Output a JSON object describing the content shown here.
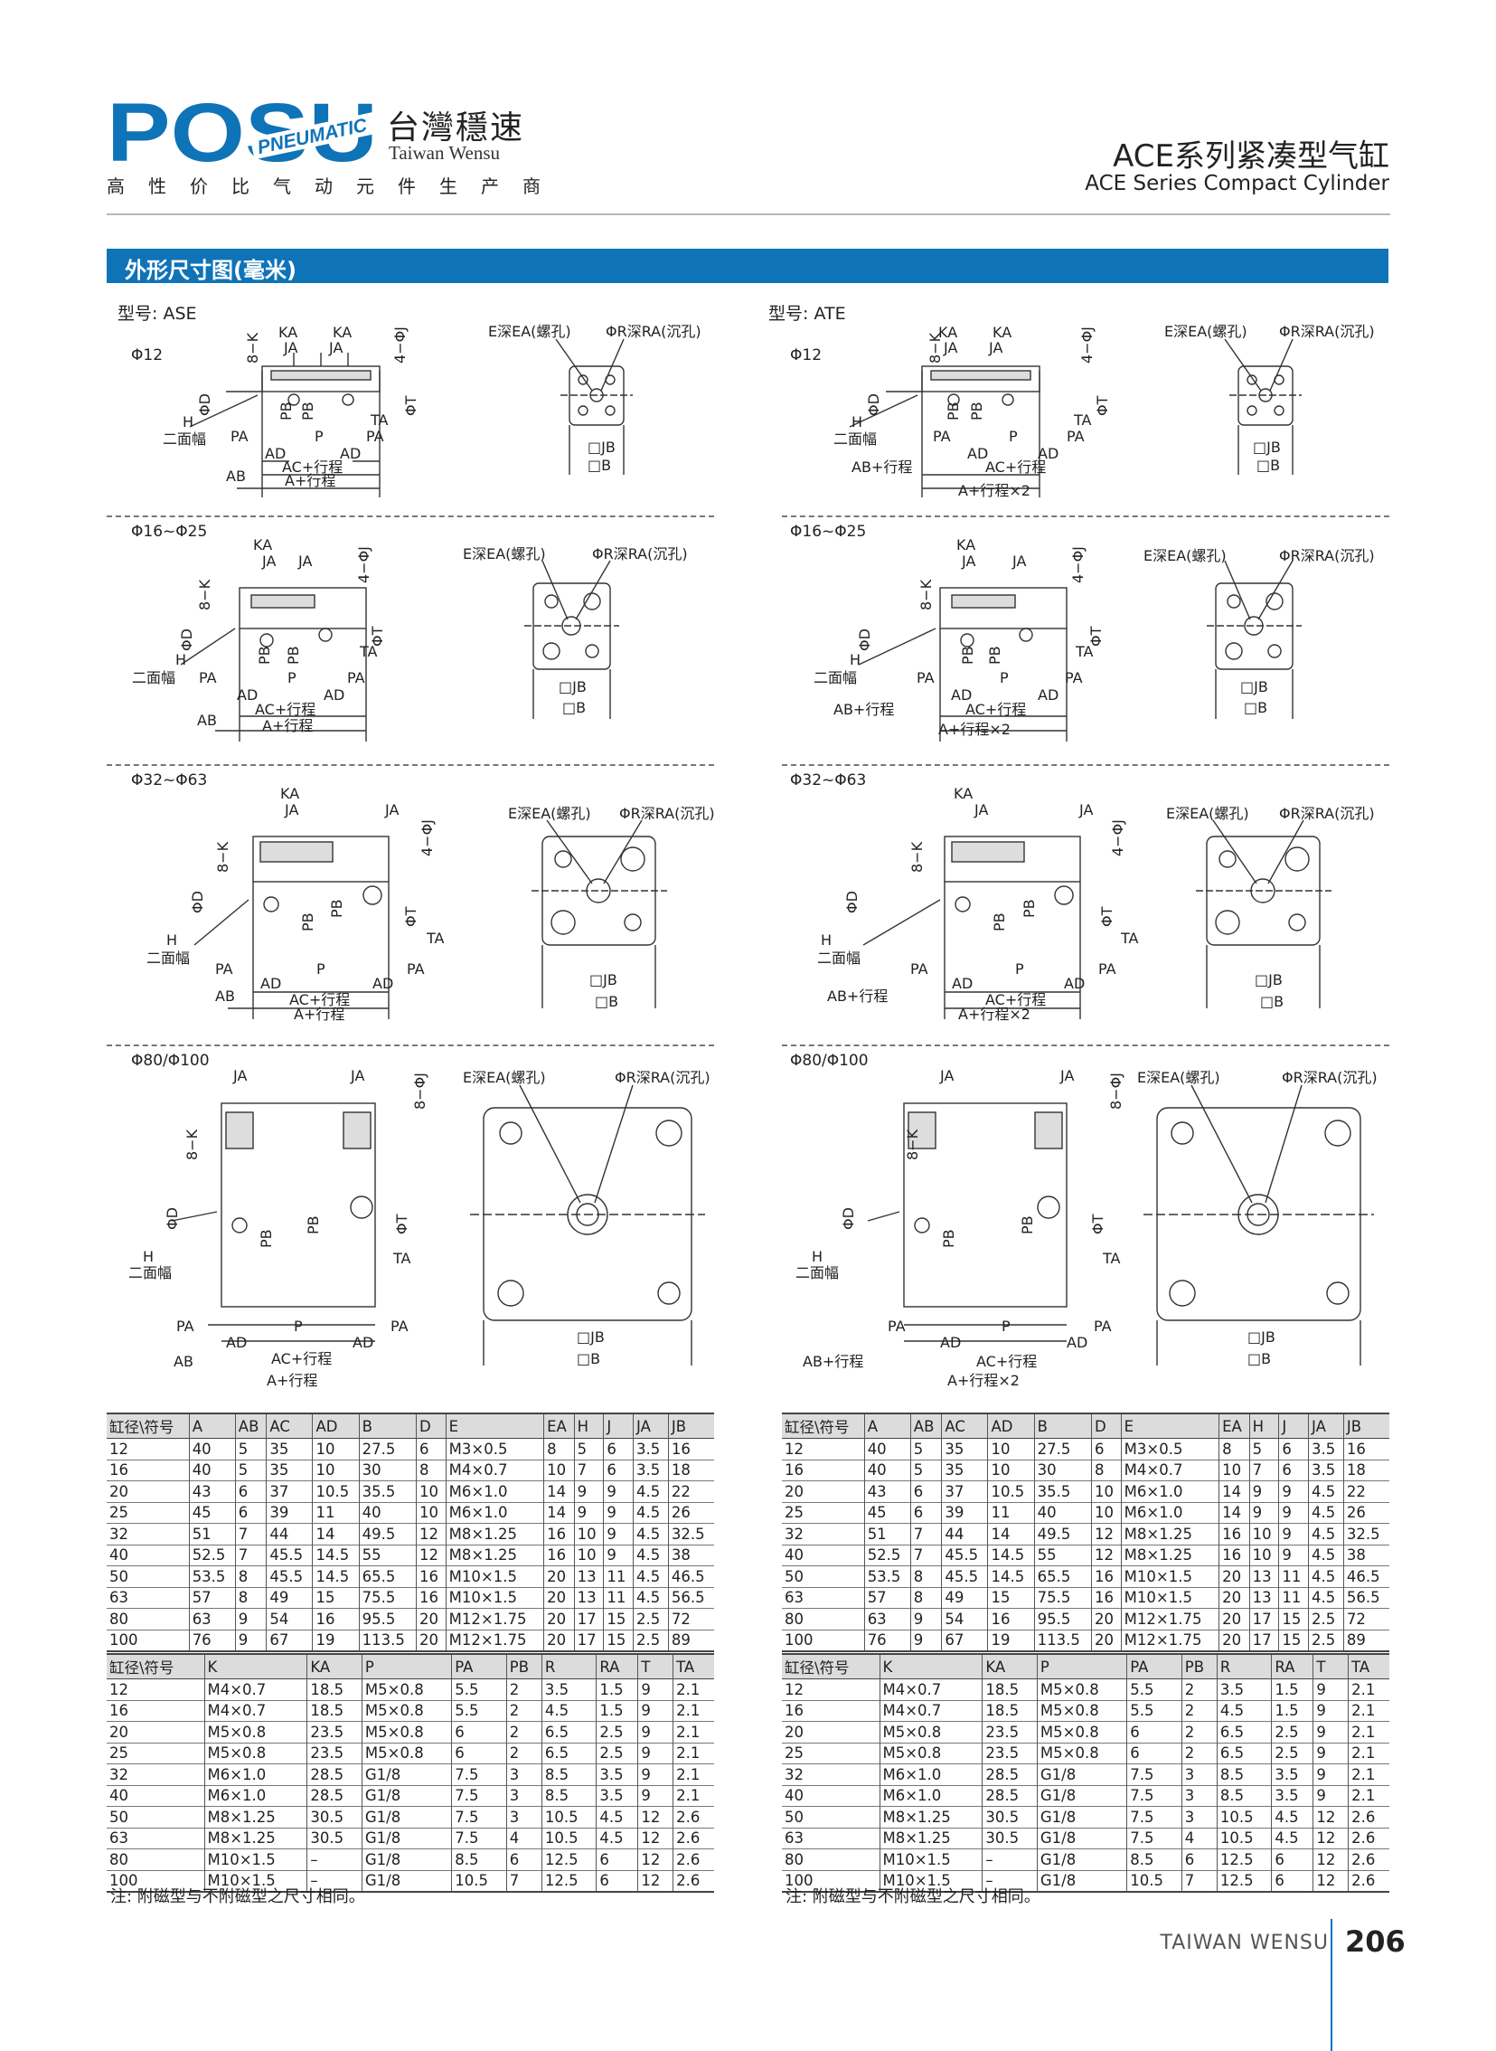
{
  "header": {
    "logo_text": "PÖSU",
    "logo_ribbon": "PNEUMATIC",
    "brand_cn": "台灣穩速",
    "brand_en": "Taiwan Wensu",
    "slogan": "高性价比气动元件生产商",
    "series_cn": "ACE系列紧凑型气缸",
    "series_en": "ACE Series Compact Cylinder",
    "colors": {
      "brand_blue": "#0f73b8",
      "header_bar": "#0f73b8"
    }
  },
  "section": {
    "title": "外形尺寸图(毫米)"
  },
  "models": [
    {
      "label": "型号: ASE",
      "stroke_ac": "AC+行程",
      "stroke_a": "A+行程",
      "stroke_ab": "AB"
    },
    {
      "label": "型号: ATE",
      "stroke_ac": "AC+行程",
      "stroke_a": "A+行程×2",
      "stroke_ab": "AB+行程"
    }
  ],
  "bore_groups": [
    "Φ12",
    "Φ16~Φ25",
    "Φ32~Φ63",
    "Φ80/Φ100"
  ],
  "dim_labels": {
    "KA": "KA",
    "JA": "JA",
    "K8": "8−K",
    "J4": "4−ΦJ",
    "J8": "8−ΦJ",
    "D": "ΦD",
    "T": "ΦT",
    "H": "H",
    "two_flats": "二面幅",
    "PA": "PA",
    "P": "P",
    "PB": "PB",
    "TA": "TA",
    "AD": "AD",
    "E": "E深EA(螺孔)",
    "R": "ΦR深RA(沉孔)",
    "JB": "□JB",
    "B": "□B"
  },
  "table1": {
    "headers": [
      "缸径\\符号",
      "A",
      "AB",
      "AC",
      "AD",
      "B",
      "D",
      "E",
      "EA",
      "H",
      "J",
      "JA",
      "JB"
    ],
    "rows": [
      [
        "12",
        "40",
        "5",
        "35",
        "10",
        "27.5",
        "6",
        "M3×0.5",
        "8",
        "5",
        "6",
        "3.5",
        "16"
      ],
      [
        "16",
        "40",
        "5",
        "35",
        "10",
        "30",
        "8",
        "M4×0.7",
        "10",
        "7",
        "6",
        "3.5",
        "18"
      ],
      [
        "20",
        "43",
        "6",
        "37",
        "10.5",
        "35.5",
        "10",
        "M6×1.0",
        "14",
        "9",
        "9",
        "4.5",
        "22"
      ],
      [
        "25",
        "45",
        "6",
        "39",
        "11",
        "40",
        "10",
        "M6×1.0",
        "14",
        "9",
        "9",
        "4.5",
        "26"
      ],
      [
        "32",
        "51",
        "7",
        "44",
        "14",
        "49.5",
        "12",
        "M8×1.25",
        "16",
        "10",
        "9",
        "4.5",
        "32.5"
      ],
      [
        "40",
        "52.5",
        "7",
        "45.5",
        "14.5",
        "55",
        "12",
        "M8×1.25",
        "16",
        "10",
        "9",
        "4.5",
        "38"
      ],
      [
        "50",
        "53.5",
        "8",
        "45.5",
        "14.5",
        "65.5",
        "16",
        "M10×1.5",
        "20",
        "13",
        "11",
        "4.5",
        "46.5"
      ],
      [
        "63",
        "57",
        "8",
        "49",
        "15",
        "75.5",
        "16",
        "M10×1.5",
        "20",
        "13",
        "11",
        "4.5",
        "56.5"
      ],
      [
        "80",
        "63",
        "9",
        "54",
        "16",
        "95.5",
        "20",
        "M12×1.75",
        "20",
        "17",
        "15",
        "2.5",
        "72"
      ],
      [
        "100",
        "76",
        "9",
        "67",
        "19",
        "113.5",
        "20",
        "M12×1.75",
        "20",
        "17",
        "15",
        "2.5",
        "89"
      ]
    ]
  },
  "table2": {
    "headers": [
      "缸径\\符号",
      "K",
      "KA",
      "P",
      "PA",
      "PB",
      "R",
      "RA",
      "T",
      "TA"
    ],
    "rows": [
      [
        "12",
        "M4×0.7",
        "18.5",
        "M5×0.8",
        "5.5",
        "2",
        "3.5",
        "1.5",
        "9",
        "2.1"
      ],
      [
        "16",
        "M4×0.7",
        "18.5",
        "M5×0.8",
        "5.5",
        "2",
        "4.5",
        "1.5",
        "9",
        "2.1"
      ],
      [
        "20",
        "M5×0.8",
        "23.5",
        "M5×0.8",
        "6",
        "2",
        "6.5",
        "2.5",
        "9",
        "2.1"
      ],
      [
        "25",
        "M5×0.8",
        "23.5",
        "M5×0.8",
        "6",
        "2",
        "6.5",
        "2.5",
        "9",
        "2.1"
      ],
      [
        "32",
        "M6×1.0",
        "28.5",
        "G1/8",
        "7.5",
        "3",
        "8.5",
        "3.5",
        "9",
        "2.1"
      ],
      [
        "40",
        "M6×1.0",
        "28.5",
        "G1/8",
        "7.5",
        "3",
        "8.5",
        "3.5",
        "9",
        "2.1"
      ],
      [
        "50",
        "M8×1.25",
        "30.5",
        "G1/8",
        "7.5",
        "3",
        "10.5",
        "4.5",
        "12",
        "2.6"
      ],
      [
        "63",
        "M8×1.25",
        "30.5",
        "G1/8",
        "7.5",
        "4",
        "10.5",
        "4.5",
        "12",
        "2.6"
      ],
      [
        "80",
        "M10×1.5",
        "–",
        "G1/8",
        "8.5",
        "6",
        "12.5",
        "6",
        "12",
        "2.6"
      ],
      [
        "100",
        "M10×1.5",
        "–",
        "G1/8",
        "10.5",
        "7",
        "12.5",
        "6",
        "12",
        "2.6"
      ]
    ]
  },
  "note": "注: 附磁型与不附磁型之尺寸相同。",
  "footer": {
    "brand": "TAIWAN WENSU",
    "page": "206"
  }
}
